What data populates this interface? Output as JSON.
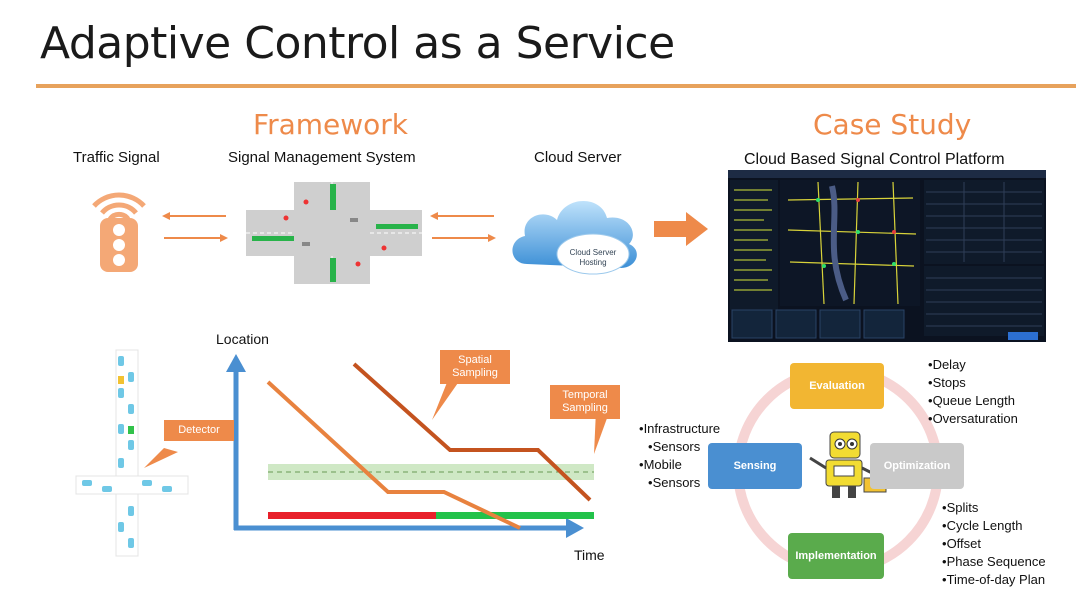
{
  "slide": {
    "title": "Adaptive Control as a Service"
  },
  "framework": {
    "heading": "Framework",
    "traffic_signal_label": "Traffic Signal",
    "sms_label": "Signal Management System",
    "cloud_label": "Cloud Server",
    "cloud_text_line1": "Cloud Server",
    "cloud_text_line2": "Hosting"
  },
  "case_study": {
    "heading": "Case Study",
    "subtitle": "Cloud Based Signal Control Platform"
  },
  "diagram": {
    "y_label": "Location",
    "x_label": "Time",
    "detector_label": "Detector",
    "spatial_line1": "Spatial",
    "spatial_line2": "Sampling",
    "temporal_line1": "Temporal",
    "temporal_line2": "Sampling"
  },
  "cycle": {
    "evaluation": "Evaluation",
    "sensing": "Sensing",
    "optimization": "Optimization",
    "implementation": "Implementation",
    "sensing_inputs": [
      "Infrastructure",
      "Sensors",
      "Mobile",
      "Sensors"
    ],
    "evaluation_metrics": [
      "Delay",
      "Stops",
      "Queue Length",
      "Oversaturation"
    ],
    "optimization_outputs": [
      "Splits",
      "Cycle Length",
      "Offset",
      "Phase Sequence",
      "Time-of-day Plan"
    ]
  },
  "colors": {
    "accent": "#ee8a4a",
    "evaluation": "#f2b632",
    "sensing": "#4a8fd1",
    "optimization": "#c9c9c9",
    "implementation": "#5aab4c",
    "red_phase": "#e8202a",
    "green_phase": "#22c24a"
  }
}
